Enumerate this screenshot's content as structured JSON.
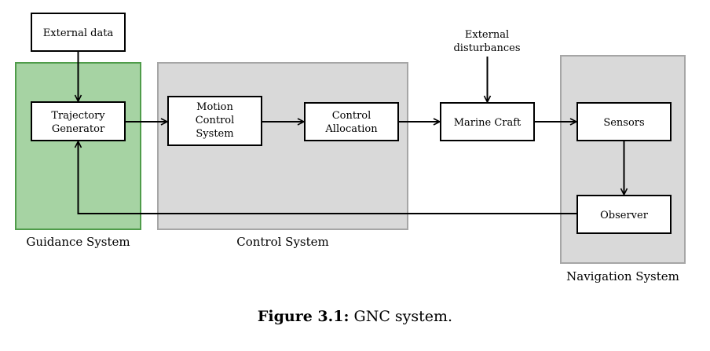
{
  "regions": {
    "guidance": {
      "label": "Guidance System",
      "fill": "#a6d3a3",
      "stroke": "#4f9c4a"
    },
    "control": {
      "label": "Control System",
      "fill": "#d9d9d9",
      "stroke": "#a6a6a6"
    },
    "navigation": {
      "label": "Navigation System",
      "fill": "#d9d9d9",
      "stroke": "#a6a6a6"
    }
  },
  "blocks": {
    "external_data": [
      "External data"
    ],
    "trajectory_generator": [
      "Trajectory",
      "Generator"
    ],
    "motion_control": [
      "Motion",
      "Control",
      "System"
    ],
    "control_allocation": [
      "Control",
      "Allocation"
    ],
    "marine_craft": [
      "Marine Craft"
    ],
    "sensors": [
      "Sensors"
    ],
    "observer": [
      "Observer"
    ]
  },
  "external_disturbances": [
    "External",
    "disturbances"
  ],
  "caption": {
    "label": "Figure 3.1:",
    "text": "GNC system."
  }
}
